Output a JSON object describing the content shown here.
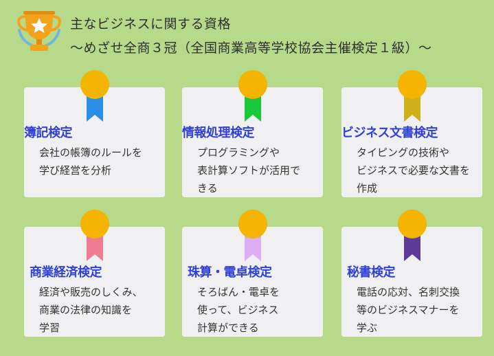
{
  "header": {
    "trophy_icon": "trophy-star-icon",
    "title_line1": "主なビジネスに関する資格",
    "title_line2": "～めざせ全商３冠（全国商業高等学校協会主催検定１級）～"
  },
  "colors": {
    "background": "#b7d98a",
    "card": "#f0f0f2",
    "title": "#2f3fd9",
    "medal_gold": "#f4b400"
  },
  "cards": [
    {
      "title": "簿記検定",
      "desc": [
        "会社の帳簿のルールを",
        "学び経営を分析"
      ],
      "ribbon_color": "#2a8ee6"
    },
    {
      "title": "情報処理検定",
      "desc": [
        "プログラミングや",
        "表計算ソフトが活用で",
        "きる"
      ],
      "ribbon_color": "#17c93a"
    },
    {
      "title": "ビジネス文書検定",
      "desc": [
        "タイピングの技術や",
        "ビジネスで必要な文書を",
        "作成"
      ],
      "ribbon_color": "#cdb01a"
    },
    {
      "title": "商業経済検定",
      "desc": [
        "経済や販売のしくみ、",
        "商業の法律の知識を",
        "学習"
      ],
      "ribbon_color": "#f07b93"
    },
    {
      "title": "珠算・電卓検定",
      "desc": [
        "そろばん・電卓を",
        "使って、ビジネス",
        "計算ができる"
      ],
      "ribbon_color": "#dcaef5"
    },
    {
      "title": "秘書検定",
      "desc": [
        "電話の応対、名刺交換",
        "等のビジネスマナーを",
        "学ぶ"
      ],
      "ribbon_color": "#5b3b95"
    }
  ]
}
